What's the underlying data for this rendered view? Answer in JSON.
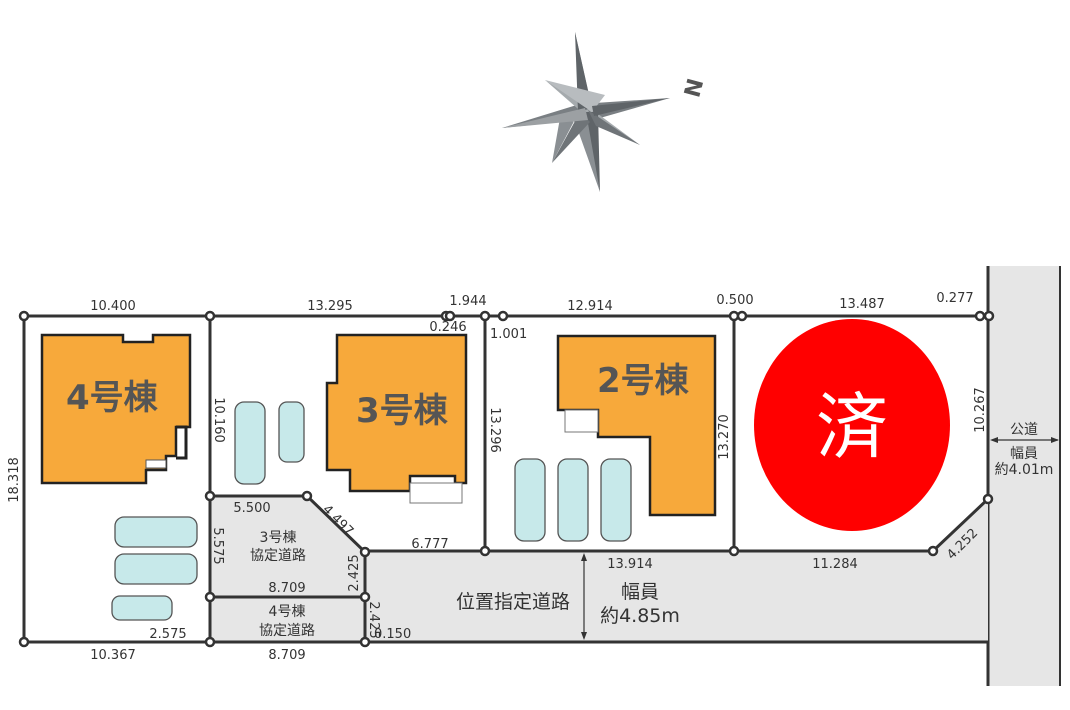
{
  "compass": {
    "label": "N",
    "icon": "compass-rose-icon"
  },
  "buildings": [
    {
      "label": "4号棟",
      "color": "#f7a93b"
    },
    {
      "label": "3号棟",
      "color": "#f7a93b"
    },
    {
      "label": "2号棟",
      "color": "#f7a93b"
    }
  ],
  "sold_lot": {
    "label": "済",
    "color": "#ff0000"
  },
  "roads": {
    "road3": {
      "line1": "3号棟",
      "line2": "協定道路"
    },
    "road4": {
      "line1": "4号棟",
      "line2": "協定道路"
    },
    "position_road": {
      "label": "位置指定道路",
      "width_label": "幅員",
      "width_value": "約4.85m"
    },
    "public_road": {
      "label": "公道",
      "width_label": "幅員",
      "width_value": "約4.01m"
    }
  },
  "dimensions": {
    "top_1": "10.400",
    "top_2": "13.295",
    "top_3": "1.944",
    "top_3b": "0.246",
    "top_4": "1.001",
    "top_5": "12.914",
    "top_6": "0.500",
    "top_7": "13.487",
    "top_8": "0.277",
    "left": "18.318",
    "lot3_left": "10.160",
    "lot3_right": "13.296",
    "lot2_right": "13.270",
    "lot1_right": "10.267",
    "road3_top": "5.500",
    "road3_diag": "4.497",
    "road3_left": "5.575",
    "road3_bottom": "8.709",
    "road3_right": "2.425",
    "road4_right": "2.425",
    "road4_bottom": "8.709",
    "corner": "0.150",
    "lot4_corner": "2.575",
    "bottom_left": "10.367",
    "lot3_bottom": "6.777",
    "lot2_bottom": "13.914",
    "lot1_bottom": "11.284",
    "lot1_diag": "4.252"
  },
  "colors": {
    "road_gray": "#e6e6e6",
    "car": "#c7e9ea",
    "line": "#333333"
  }
}
